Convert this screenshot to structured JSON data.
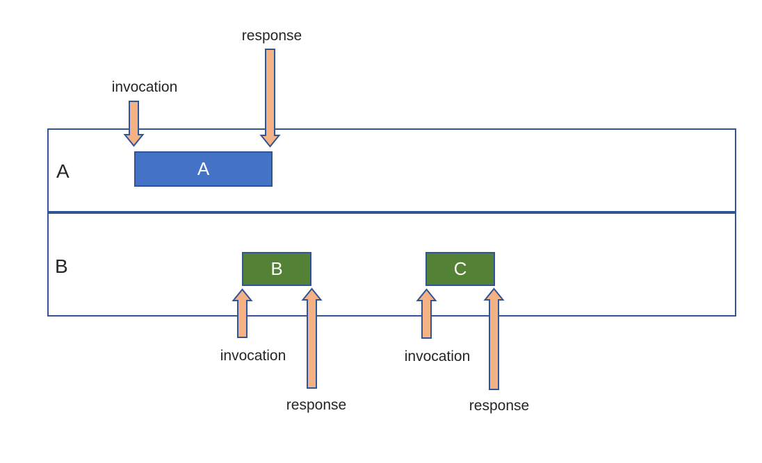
{
  "colors": {
    "stroke": "#2F5597",
    "box-blue": "#4472C4",
    "box-green": "#538135",
    "arrow-fill": "#F4B183",
    "text": "#262626",
    "bg": "#FFFFFF"
  },
  "icons": {
    "down_arrow": "arrow-down",
    "up_arrow": "arrow-up"
  },
  "lanes": [
    {
      "label": "A"
    },
    {
      "label": "B"
    }
  ],
  "boxes": {
    "a": {
      "label": "A"
    },
    "b": {
      "label": "B"
    },
    "c": {
      "label": "C"
    }
  },
  "annotations": {
    "invocation_a": "invocation",
    "response_a": "response",
    "invocation_b": "invocation",
    "response_b": "response",
    "invocation_c": "invocation",
    "response_c": "response"
  }
}
